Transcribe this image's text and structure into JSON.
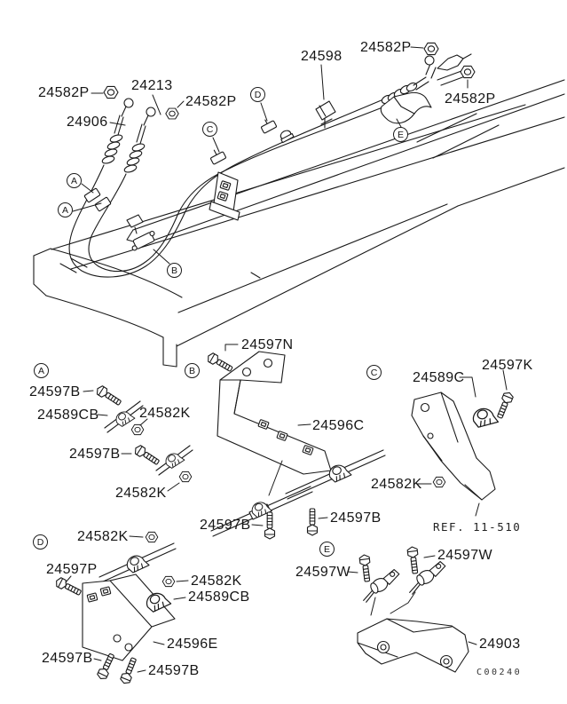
{
  "diagram": {
    "drawing_code": "C00240",
    "ref_note": "REF. 11-510",
    "line_color": "#1a1a1a"
  },
  "main": {
    "labels": {
      "nut_top_left": "24582P",
      "rod_right": "24213",
      "rod_left": "24906",
      "nut_mid": "24582P",
      "cable_band": "24598",
      "nut_top_right": "24582P",
      "nut_right": "24582P"
    },
    "callouts": {
      "a1": "A",
      "a2": "A",
      "b": "B",
      "c": "C",
      "d": "D",
      "e": "E"
    }
  },
  "sections": {
    "a": {
      "callout": "A",
      "bolt_upper": "24597B",
      "clamp": "24589CB",
      "nut_upper": "24582K",
      "bolt_lower": "24597B",
      "nut_lower": "24582K"
    },
    "b": {
      "callout": "B",
      "bolt_top": "24597N",
      "bracket": "24596C",
      "bolt_left": "24597B",
      "bolt_right": "24597B"
    },
    "c": {
      "callout": "C",
      "clamp": "24589C",
      "bolt": "24597K",
      "nut": "24582K"
    },
    "d": {
      "callout": "D",
      "nut_top": "24582K",
      "bolt_left": "24597P",
      "nut_mid": "24582K",
      "clamp": "24589CB",
      "bracket": "24596E",
      "bolt_bottom_left": "24597B",
      "bolt_bottom_right": "24597B"
    },
    "e": {
      "callout": "E",
      "bolt_left": "24597W",
      "bolt_right": "24597W",
      "bracket": "24903"
    }
  }
}
